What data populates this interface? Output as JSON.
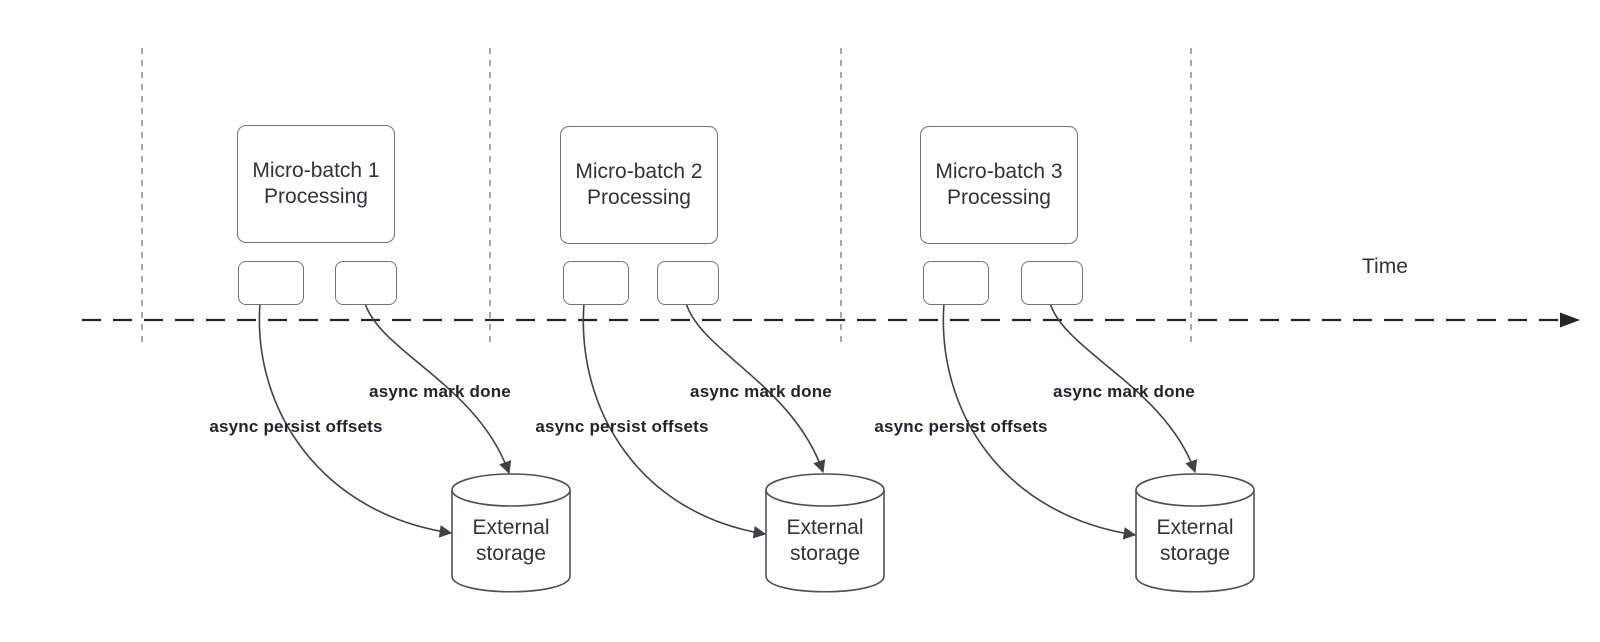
{
  "diagram": {
    "kind": "micro-batch streaming timeline",
    "time_axis": {
      "label": "Time"
    },
    "batches": [
      {
        "title_line1": "Micro-batch 1",
        "title_line2": "Processing",
        "persist_arrow_label": "async persist offsets",
        "done_arrow_label": "async mark done",
        "storage_line1": "External",
        "storage_line2": "storage"
      },
      {
        "title_line1": "Micro-batch 2",
        "title_line2": "Processing",
        "persist_arrow_label": "async persist offsets",
        "done_arrow_label": "async mark done",
        "storage_line1": "External",
        "storage_line2": "storage"
      },
      {
        "title_line1": "Micro-batch 3",
        "title_line2": "Processing",
        "persist_arrow_label": "async persist offsets",
        "done_arrow_label": "async mark done",
        "storage_line1": "External",
        "storage_line2": "storage"
      }
    ],
    "colors": {
      "background": "#ffffff",
      "box_border": "#6f757b",
      "box_text": "#2f353b",
      "label_text": "#21262c",
      "curve_stroke": "#3d444d",
      "timeline_stroke": "#20242b",
      "gridline_stroke": "#9da1a5",
      "cylinder_stroke": "#4a5158"
    }
  }
}
